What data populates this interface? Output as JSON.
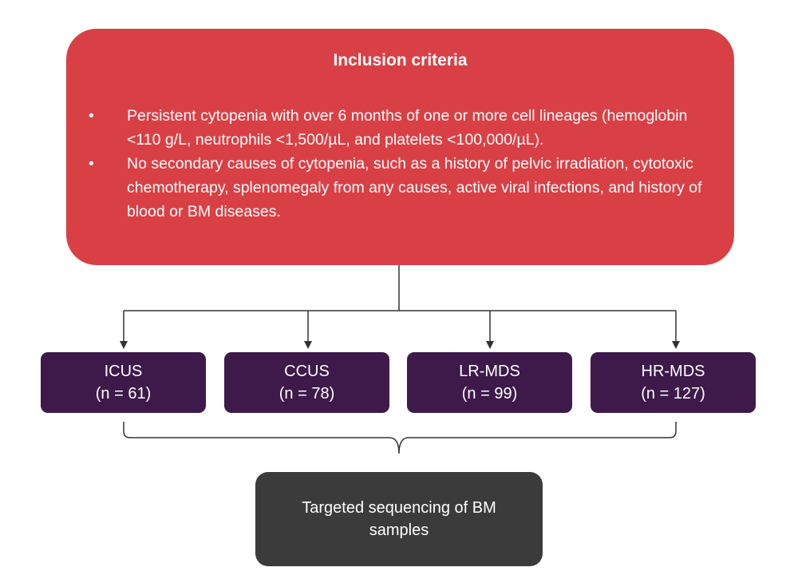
{
  "criteria": {
    "title": "Inclusion criteria",
    "bullet_glyph": "•",
    "items": [
      "Persistent cytopenia with over 6 months of one or more cell lineages (hemoglobin <110 g/L, neutrophils <1,500/µL, and platelets <100,000/µL).",
      "No secondary causes of cytopenia, such as a history of pelvic irradiation, cytotoxic chemotherapy, splenomegaly from any causes, active viral infections, and history of blood or BM diseases."
    ]
  },
  "groups": [
    {
      "name": "ICUS",
      "count": "(n = 61)"
    },
    {
      "name": "CCUS",
      "count": "(n = 78)"
    },
    {
      "name": "LR-MDS",
      "count": "(n = 99)"
    },
    {
      "name": "HR-MDS",
      "count": "(n = 127)"
    }
  ],
  "outcome": {
    "label": "Targeted sequencing of BM samples"
  },
  "colors": {
    "criteria_box": "#d94045",
    "group_box": "#3d1a4a",
    "outcome_box": "#3b3b3b",
    "connector": "#333333"
  }
}
